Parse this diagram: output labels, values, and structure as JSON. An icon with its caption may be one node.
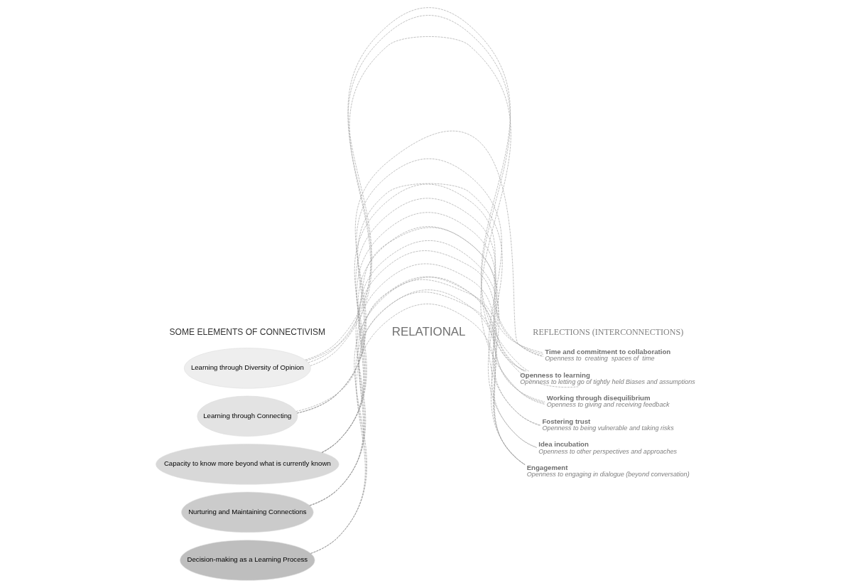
{
  "diagram": {
    "nodes": [
      {
        "text": [
          "Learning through Diversity of Opinion"
        ]
      },
      {
        "text": [
          "Learning through Connecting"
        ]
      },
      {
        "text": [
          "Capacity to know more beyond what is currently known"
        ]
      },
      {
        "text": [
          "Nurturing and Maintaining Connections"
        ]
      },
      {
        "text": [
          "Decision-making as a Learning Process"
        ]
      },
      {
        "text": [
          "Time and commitment to collaboration",
          "Openness to  creating  spaces of  time"
        ]
      },
      {
        "text": [
          "Openness to learning",
          "Openness to letting go of tightly held Biases and assumptions"
        ]
      },
      {
        "text": [
          "Working through disequilibrium",
          "Openness to giving and receiving feedback"
        ]
      },
      {
        "text": [
          "Fostering trust",
          "Openness to being vulnerable and taking risks"
        ]
      },
      {
        "text": [
          "Idea incubation",
          "Openness to other perspectives and approaches"
        ]
      },
      {
        "text": [
          "Engagement",
          "Openness to engaging in dialogue (beyond conversation)"
        ]
      }
    ],
    "edges": [
      {
        "from": 0,
        "to": 6,
        "arrow": "none",
        "style": "dashed"
      },
      {
        "from": 0,
        "to": 6,
        "arrow": "none",
        "style": "dashed"
      },
      {
        "from": 0,
        "to": 7,
        "arrow": "none",
        "style": "dashed"
      },
      {
        "from": 0,
        "to": 9,
        "arrow": "none",
        "style": "dashed"
      },
      {
        "from": 1,
        "to": 5,
        "arrow": "none",
        "style": "dashed"
      },
      {
        "from": 1,
        "to": 8,
        "arrow": "none",
        "style": "dashed"
      },
      {
        "from": 1,
        "to": 9,
        "arrow": "none",
        "style": "dashed"
      },
      {
        "from": 1,
        "to": 10,
        "arrow": "none",
        "style": "dashed"
      },
      {
        "from": 2,
        "to": 5,
        "arrow": "none",
        "style": "dashed"
      },
      {
        "from": 2,
        "to": 6,
        "arrow": "none",
        "style": "dashed"
      },
      {
        "from": 2,
        "to": 7,
        "arrow": "none",
        "style": "dashed"
      },
      {
        "from": 2,
        "to": 8,
        "arrow": "none",
        "style": "dashed"
      },
      {
        "from": 2,
        "to": 10,
        "arrow": "none",
        "style": "dashed"
      },
      {
        "from": 3,
        "to": 5,
        "arrow": "none",
        "style": "dashed"
      },
      {
        "from": 3,
        "to": 6,
        "arrow": "none",
        "style": "dashed"
      },
      {
        "from": 3,
        "to": 10,
        "arrow": "none",
        "style": "dashed"
      },
      {
        "from": 3,
        "to": 7,
        "arrow": "none",
        "style": "dashed"
      },
      {
        "from": 4,
        "to": 5,
        "arrow": "none",
        "style": "dashed"
      },
      {
        "from": 4,
        "to": 6,
        "arrow": "none",
        "style": "dashed"
      },
      {
        "from": 4,
        "to": 10,
        "arrow": "none",
        "style": "dashed"
      }
    ],
    "labels": [
      "SOME ELEMENTS OF CONNECTIVISM",
      "REFLECTIONS (INTERCONNECTIONS)",
      "RELATIONAL"
    ]
  }
}
